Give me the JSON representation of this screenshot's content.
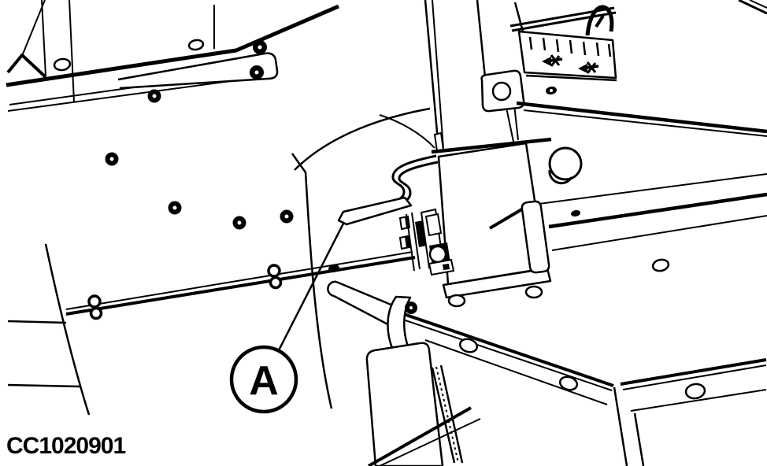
{
  "figure": {
    "callout": {
      "label": "A"
    },
    "code": "CC1020901"
  },
  "icons": {
    "callout_marker": "circled-letter",
    "scale_plate_symbols": [
      "arrow-left-cross-icon",
      "arrow-left-cross-icon"
    ]
  },
  "colors": {
    "line": "#000000",
    "background": "#ffffff"
  }
}
